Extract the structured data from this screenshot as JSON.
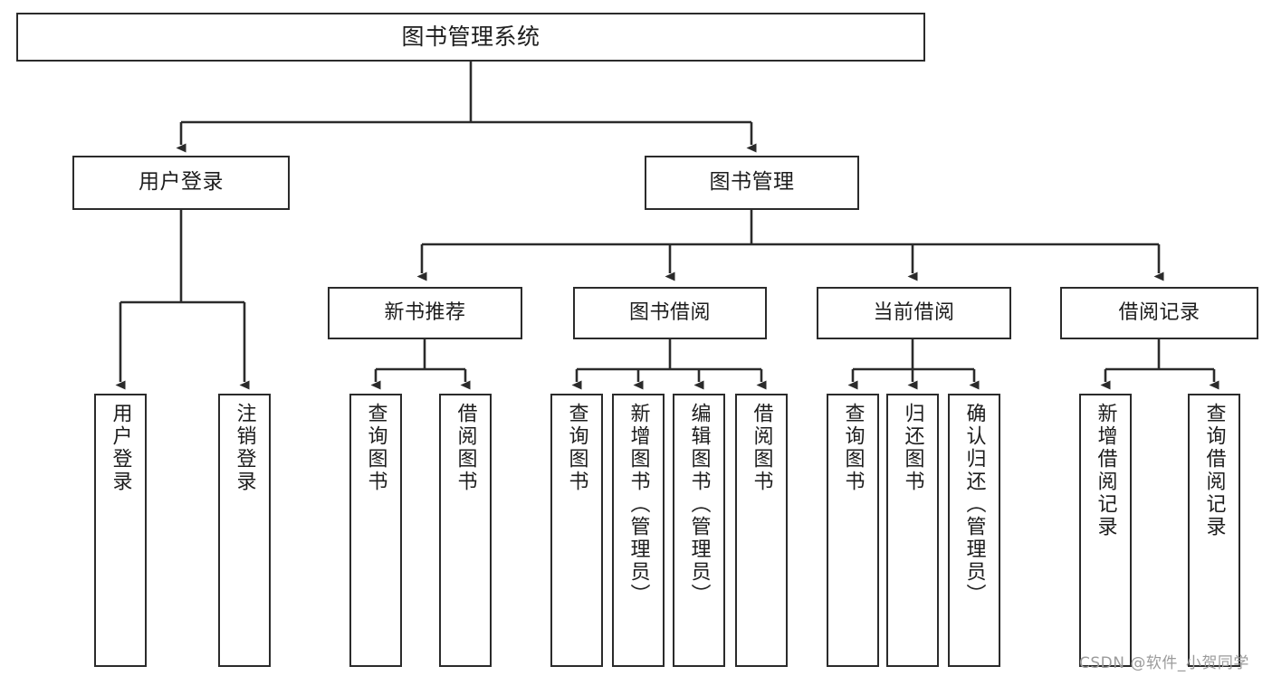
{
  "diagram": {
    "title": "图书管理系统",
    "watermark": "CSDN @软件_小贺同学",
    "line_color": "#2b2b2b",
    "background": "#ffffff",
    "text_color": "#1d1d1d",
    "root": {
      "label": "图书管理系统"
    },
    "level2": [
      {
        "label": "用户登录"
      },
      {
        "label": "图书管理"
      }
    ],
    "level3": [
      {
        "label": "新书推荐"
      },
      {
        "label": "图书借阅"
      },
      {
        "label": "当前借阅"
      },
      {
        "label": "借阅记录"
      }
    ],
    "leaves": {
      "user_login": [
        {
          "label": "用户登录"
        },
        {
          "label": "注销登录"
        }
      ],
      "new_book_recommend": [
        {
          "label": "查询图书"
        },
        {
          "label": "借阅图书"
        }
      ],
      "book_borrow": [
        {
          "label": "查询图书"
        },
        {
          "label": "新增图书（管理员）"
        },
        {
          "label": "编辑图书（管理员）"
        },
        {
          "label": "借阅图书"
        }
      ],
      "current_borrow": [
        {
          "label": "查询图书"
        },
        {
          "label": "归还图书"
        },
        {
          "label": "确认归还（管理员）"
        }
      ],
      "borrow_record": [
        {
          "label": "新增借阅记录"
        },
        {
          "label": "查询借阅记录"
        }
      ]
    }
  }
}
